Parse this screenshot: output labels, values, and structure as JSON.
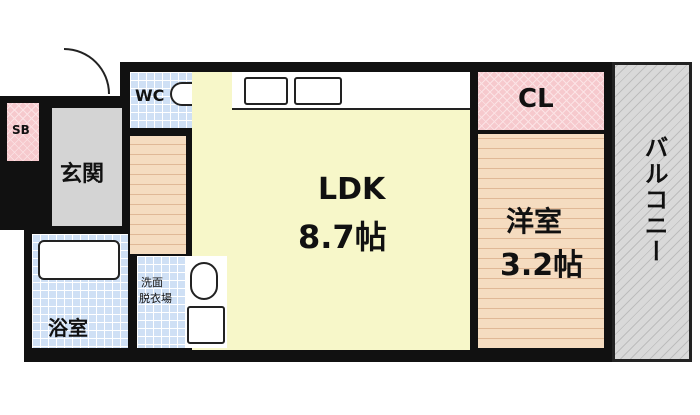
{
  "rooms": {
    "ldk": {
      "name": "LDK",
      "size": "8.7帖"
    },
    "western": {
      "name": "洋室",
      "size": "3.2帖"
    },
    "closet": "CL",
    "balcony": "バルコニー",
    "wc": "WC",
    "shoe_box": "SB",
    "entrance": "玄関",
    "bath": "浴室",
    "washroom_line1": "洗面",
    "washroom_line2": "脱衣場"
  },
  "colors": {
    "ldk": "#f7f7c9",
    "wood": "#f5dcc0",
    "tile": "#cfe0f5",
    "closet": "#f6c9cd",
    "balcony": "#d9d9d9",
    "entrance": "#d4d4d4"
  }
}
